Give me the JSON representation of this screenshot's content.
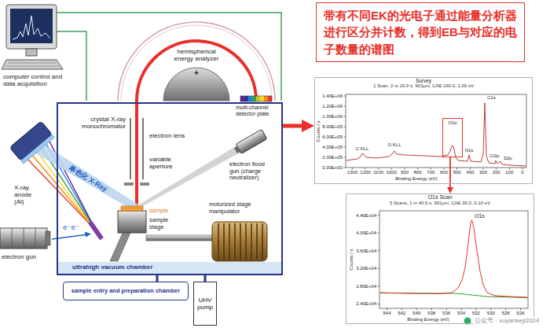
{
  "diagram": {
    "nodes": [
      {
        "text": [
          "ultrahigh vacuum chamber"
        ]
      },
      {
        "text": [
          "sample entry and preparation chamber"
        ]
      },
      {
        "text": [
          "UHV pump"
        ]
      },
      {
        "text": [
          "带有不同EK的光电子通过能量分析器进行区分并计数，得到EB与对应的电子数量的谱图"
        ]
      },
      {
        "text": [
          "Survey",
          "1 Scan, 2 m 16.0 s, 901μm, CAE 160.0, 1.00 eV"
        ]
      },
      {
        "text": [
          "O1s"
        ],
        "in": 4
      },
      {
        "text": [
          "O1s Scan",
          "5 Scans, 1 m 40.5 s, 901μm, CAE 30.0, 0.10 eV"
        ]
      }
    ],
    "edges": [
      {
        "from": 0,
        "to": 4,
        "arrow": "to"
      },
      {
        "from": 5,
        "to": 6,
        "arrow": "to"
      },
      {
        "from": 1,
        "to": 0,
        "arrow": "none"
      },
      {
        "from": 2,
        "to": 0,
        "arrow": "none"
      }
    ],
    "labels": [
      "computer control and data acquisition",
      "hemispherical energy analyzer",
      "+",
      "multi-channel detector plate",
      "crystal X-ray monochromator",
      "electron lens",
      "variable aperture",
      "单色化 X-Ray",
      "electron flood gun (charge neutralizer)",
      "X-ray anode (Al)",
      "e⁻e⁻",
      "sample",
      "sample stage",
      "motorized stage manipulator",
      "electron gun",
      "Counts / s",
      "1.40E+06",
      "1.20E+06",
      "1.00E+06",
      "8.00E+05",
      "6.00E+05",
      "4.00E+05",
      "2.00E+05",
      "0.00E+00",
      "1300",
      "1200",
      "1100",
      "1000",
      "900",
      "800",
      "700",
      "600",
      "500",
      "400",
      "300",
      "200",
      "100",
      "0",
      "Binding Energy (eV)",
      "C KLL",
      "O KLL",
      "N1s",
      "C1s",
      "Cl2p",
      "S2p",
      "Counts / s",
      "4.40E+04",
      "4.00E+04",
      "3.60E+04",
      "3.20E+04",
      "2.80E+04",
      "2.40E+04",
      "544",
      "542",
      "540",
      "538",
      "536",
      "534",
      "532",
      "530",
      "528",
      "526",
      "Binding Energy (eV)",
      "O1s",
      "公众号 · xuyankeji2024"
    ]
  }
}
